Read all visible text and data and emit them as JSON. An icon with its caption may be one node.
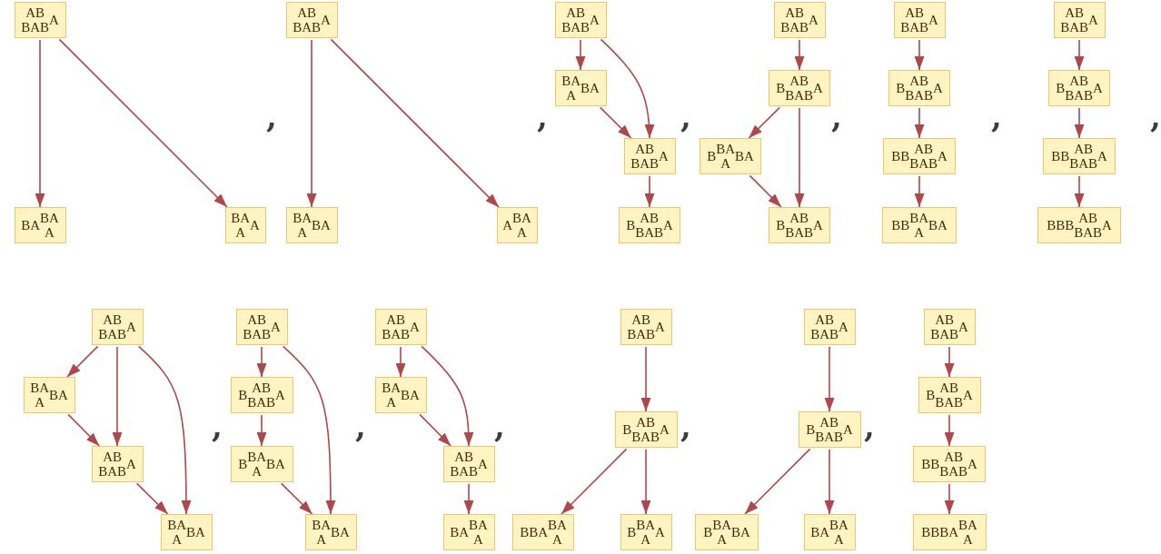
{
  "diagram": {
    "nodes": [
      {
        "text": [
          "$^{AB}$$_{BAB}$A"
        ]
      },
      {
        "text": [
          "BA$^{BA}$$_{A}$"
        ]
      },
      {
        "text": [
          "$^{BA}$$_{A}$A"
        ]
      },
      {
        "text": [
          "$^{AB}$$_{BAB}$A"
        ]
      },
      {
        "text": [
          "$^{BA}$$_{A}$BA"
        ]
      },
      {
        "text": [
          "A$^{BA}$$_{A}$"
        ]
      },
      {
        "text": [
          "$^{AB}$$_{BAB}$A"
        ]
      },
      {
        "text": [
          "$^{BA}$$_{A}$BA"
        ]
      },
      {
        "text": [
          "$^{AB}$$_{BAB}$A"
        ]
      },
      {
        "text": [
          "B$^{AB}$$_{BAB}$A"
        ]
      },
      {
        "text": [
          "$^{AB}$$_{BAB}$A"
        ]
      },
      {
        "text": [
          "B$^{AB}$$_{BAB}$A"
        ]
      },
      {
        "text": [
          "B$^{BA}$$_{A}$BA"
        ]
      },
      {
        "text": [
          "B$^{AB}$$_{BAB}$A"
        ]
      },
      {
        "text": [
          "$^{AB}$$_{BAB}$A"
        ]
      },
      {
        "text": [
          "B$^{AB}$$_{BAB}$A"
        ]
      },
      {
        "text": [
          "BB$^{AB}$$_{BAB}$A"
        ]
      },
      {
        "text": [
          "BB$^{BA}$$_{A}$BA"
        ]
      },
      {
        "text": [
          "$^{AB}$$_{BAB}$A"
        ]
      },
      {
        "text": [
          "B$^{AB}$$_{BAB}$A"
        ]
      },
      {
        "text": [
          "BB$^{AB}$$_{BAB}$A"
        ]
      },
      {
        "text": [
          "BBB$^{AB}$$_{BAB}$A"
        ]
      },
      {
        "text": [
          "$^{AB}$$_{BAB}$A"
        ]
      },
      {
        "text": [
          "$^{BA}$$_{A}$BA"
        ]
      },
      {
        "text": [
          "$^{AB}$$_{BAB}$A"
        ]
      },
      {
        "text": [
          "$^{BA}$$_{A}$BA"
        ]
      },
      {
        "text": [
          "$^{AB}$$_{BAB}$A"
        ]
      },
      {
        "text": [
          "B$^{AB}$$_{BAB}$A"
        ]
      },
      {
        "text": [
          "B$^{BA}$$_{A}$BA"
        ]
      },
      {
        "text": [
          "$^{BA}$$_{A}$BA"
        ]
      },
      {
        "text": [
          "$^{AB}$$_{BAB}$A"
        ]
      },
      {
        "text": [
          "$^{BA}$$_{A}$BA"
        ]
      },
      {
        "text": [
          "$^{AB}$$_{BAB}$A"
        ]
      },
      {
        "text": [
          "BA$^{BA}$$_{A}$"
        ]
      },
      {
        "text": [
          "$^{AB}$$_{BAB}$A"
        ]
      },
      {
        "text": [
          "B$^{AB}$$_{BAB}$A"
        ]
      },
      {
        "text": [
          "BBA$^{BA}$$_{A}$"
        ]
      },
      {
        "text": [
          "B$^{BA}$$_{A}$A"
        ]
      },
      {
        "text": [
          "$^{AB}$$_{BAB}$A"
        ]
      },
      {
        "text": [
          "B$^{AB}$$_{BAB}$A"
        ]
      },
      {
        "text": [
          "B$^{BA}$$_{A}$BA"
        ]
      },
      {
        "text": [
          "BA$^{BA}$$_{A}$"
        ]
      },
      {
        "text": [
          "$^{AB}$$_{BAB}$A"
        ]
      },
      {
        "text": [
          "B$^{AB}$$_{BAB}$A"
        ]
      },
      {
        "text": [
          "BB$^{AB}$$_{BAB}$A"
        ]
      },
      {
        "text": [
          "BBBA$^{BA}$$_{A}$"
        ]
      }
    ],
    "edges": [
      {
        "from": 0,
        "to": 1,
        "arrow": "to"
      },
      {
        "from": 0,
        "to": 2,
        "arrow": "to"
      },
      {
        "from": 3,
        "to": 4,
        "arrow": "to"
      },
      {
        "from": 3,
        "to": 5,
        "arrow": "to"
      },
      {
        "from": 6,
        "to": 7,
        "arrow": "to"
      },
      {
        "from": 6,
        "to": 8,
        "arrow": "to"
      },
      {
        "from": 7,
        "to": 8,
        "arrow": "to"
      },
      {
        "from": 8,
        "to": 9,
        "arrow": "to"
      },
      {
        "from": 10,
        "to": 11,
        "arrow": "to"
      },
      {
        "from": 11,
        "to": 12,
        "arrow": "to"
      },
      {
        "from": 11,
        "to": 13,
        "arrow": "to"
      },
      {
        "from": 12,
        "to": 13,
        "arrow": "to"
      },
      {
        "from": 14,
        "to": 15,
        "arrow": "to"
      },
      {
        "from": 15,
        "to": 16,
        "arrow": "to"
      },
      {
        "from": 16,
        "to": 17,
        "arrow": "to"
      },
      {
        "from": 18,
        "to": 19,
        "arrow": "to"
      },
      {
        "from": 19,
        "to": 20,
        "arrow": "to"
      },
      {
        "from": 20,
        "to": 21,
        "arrow": "to"
      },
      {
        "from": 22,
        "to": 23,
        "arrow": "to"
      },
      {
        "from": 22,
        "to": 24,
        "arrow": "to"
      },
      {
        "from": 22,
        "to": 25,
        "arrow": "to"
      },
      {
        "from": 23,
        "to": 24,
        "arrow": "to"
      },
      {
        "from": 24,
        "to": 25,
        "arrow": "to"
      },
      {
        "from": 26,
        "to": 27,
        "arrow": "to"
      },
      {
        "from": 26,
        "to": 29,
        "arrow": "to"
      },
      {
        "from": 27,
        "to": 28,
        "arrow": "to"
      },
      {
        "from": 28,
        "to": 29,
        "arrow": "to"
      },
      {
        "from": 30,
        "to": 31,
        "arrow": "to"
      },
      {
        "from": 30,
        "to": 32,
        "arrow": "to"
      },
      {
        "from": 31,
        "to": 32,
        "arrow": "to"
      },
      {
        "from": 32,
        "to": 33,
        "arrow": "to"
      },
      {
        "from": 34,
        "to": 35,
        "arrow": "to"
      },
      {
        "from": 35,
        "to": 36,
        "arrow": "to"
      },
      {
        "from": 35,
        "to": 37,
        "arrow": "to"
      },
      {
        "from": 38,
        "to": 39,
        "arrow": "to"
      },
      {
        "from": 39,
        "to": 40,
        "arrow": "to"
      },
      {
        "from": 39,
        "to": 41,
        "arrow": "to"
      },
      {
        "from": 42,
        "to": 43,
        "arrow": "to"
      },
      {
        "from": 43,
        "to": 44,
        "arrow": "to"
      },
      {
        "from": 44,
        "to": 45,
        "arrow": "to"
      }
    ],
    "labels": [
      ",",
      ",",
      ",",
      ",",
      ",",
      ",",
      ",",
      ",",
      ",",
      ",",
      ","
    ]
  }
}
